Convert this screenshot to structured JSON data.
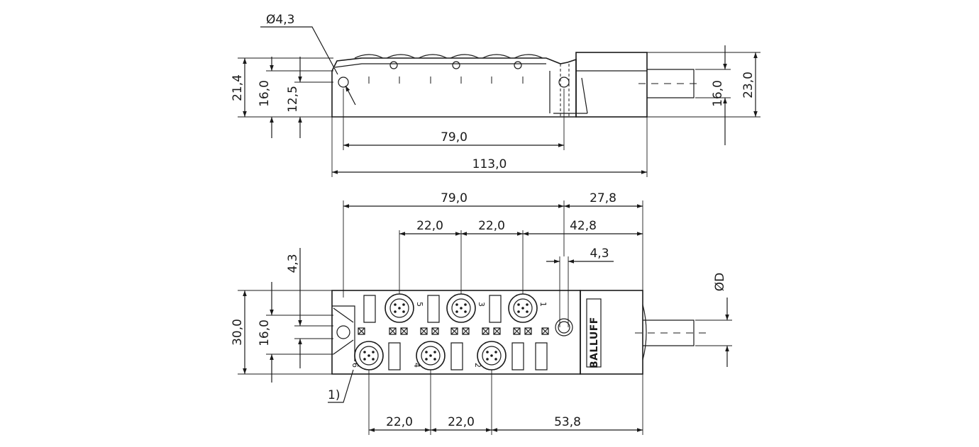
{
  "side_view": {
    "hole_diameter": "Ø4,3",
    "dim_height_total": "21,4",
    "dim_height_body": "16,0",
    "dim_hole_height": "12,5",
    "dim_hole_spacing": "79,0",
    "dim_overall_length": "113,0",
    "dim_cable_height": "16,0",
    "dim_connector_height": "23,0"
  },
  "top_view": {
    "dim_hole_spacing": "79,0",
    "dim_end_offset": "27,8",
    "dim_upper_pitch_1": "22,0",
    "dim_upper_pitch_2": "22,0",
    "dim_upper_end": "42,8",
    "dim_hole_diameter": "4,3",
    "dim_cable_diameter": "ØD",
    "dim_width": "30,0",
    "dim_width_inner": "16,0",
    "dim_port_offset": "4,3",
    "dim_lower_pitch_1": "22,0",
    "dim_lower_pitch_2": "22,0",
    "dim_lower_end": "53,8",
    "footnote_marker": "1)",
    "brand_label": "BALLUFF",
    "port_labels": [
      "5",
      "3",
      "1",
      "6",
      "4",
      "2"
    ]
  }
}
